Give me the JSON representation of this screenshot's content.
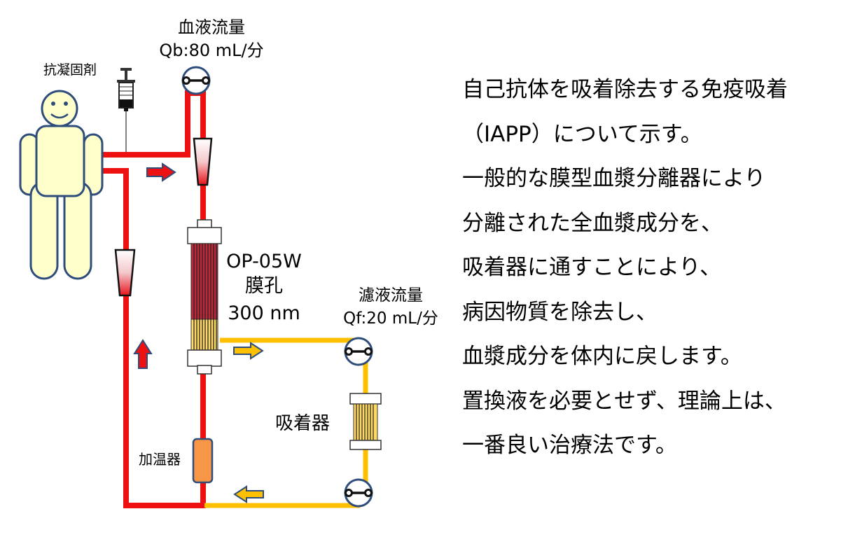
{
  "labels": {
    "anticoagulant": "抗凝固剤",
    "blood_flow_title": "血液流量",
    "blood_flow_value": "Qb:80 mL/分",
    "filter_name": "OP-05W",
    "filter_pore_label": "膜孔",
    "filter_pore_size": "300 nm",
    "filtrate_flow_title": "濾液流量",
    "filtrate_flow_value": "Qf:20 mL/分",
    "adsorber": "吸着器",
    "warmer": "加温器"
  },
  "description": [
    "自己抗体を吸着除去する免疫吸着",
    "（IAPP）について示す。",
    "一般的な膜型血漿分離器により",
    "分離された全血漿成分を、",
    "吸着器に通すことにより、",
    "病因物質を除去し、",
    "血漿成分を体内に戻します。",
    "置換液を必要とせず、理論上は、",
    "一番良い治療法です。"
  ],
  "colors": {
    "blood_line": "#ee1111",
    "plasma_line": "#ffc000",
    "patient_fill": "#ffffcc",
    "outline": "#2f4d7a",
    "warmer": "#f79646",
    "arrow_blue": "#2f4d7a"
  },
  "icons": [
    "patient-icon",
    "syringe-icon",
    "pump-icon",
    "drip-chamber-icon",
    "plasma-separator-icon",
    "adsorber-column-icon",
    "warmer-icon",
    "flow-arrow-icon"
  ]
}
